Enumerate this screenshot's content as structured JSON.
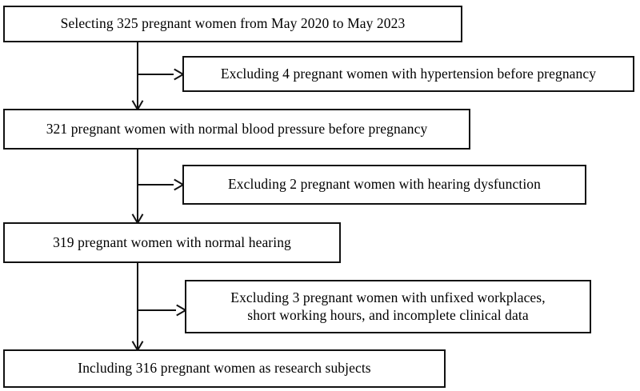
{
  "figure": {
    "type": "flowchart",
    "orientation": "top-to-bottom with right-side exclusion branches",
    "background_color": "#ffffff",
    "line_color": "#111111",
    "text_color": "#000000"
  },
  "nodes": {
    "selection": {
      "id": "node-select",
      "label": "Selecting 325 pregnant women from May 2020 to May 2023",
      "count": 325
    },
    "excluded_hypertension": {
      "id": "node-excl-htn",
      "label": "Excluding 4 pregnant women with hypertension before pregnancy",
      "count": 4
    },
    "normal_bp": {
      "id": "node-normal-bp",
      "label": "321 pregnant women with normal blood pressure before pregnancy",
      "count": 321
    },
    "excluded_hearing": {
      "id": "node-excl-hear",
      "label": "Excluding 2 pregnant women with hearing dysfunction",
      "count": 2
    },
    "normal_hearing": {
      "id": "node-normal-hear",
      "label": "319 pregnant women with normal hearing",
      "count": 319
    },
    "excluded_other": {
      "id": "node-excl-other",
      "label": "Excluding 3 pregnant women with unfixed workplaces,\nshort working hours, and incomplete clinical data",
      "count": 3
    },
    "included": {
      "id": "node-included",
      "label": "Including 316 pregnant women as research subjects",
      "count": 316
    }
  },
  "connectors": [
    {
      "name": "selection-to-normal-bp",
      "kind": "arrow-down"
    },
    {
      "name": "selection-to-excluded-hypertension",
      "kind": "arrow-right"
    },
    {
      "name": "normal-bp-to-normal-hearing",
      "kind": "arrow-down"
    },
    {
      "name": "normal-bp-to-excluded-hearing",
      "kind": "arrow-right"
    },
    {
      "name": "normal-hearing-to-included",
      "kind": "arrow-down"
    },
    {
      "name": "normal-hearing-to-excluded-other",
      "kind": "arrow-right"
    }
  ]
}
